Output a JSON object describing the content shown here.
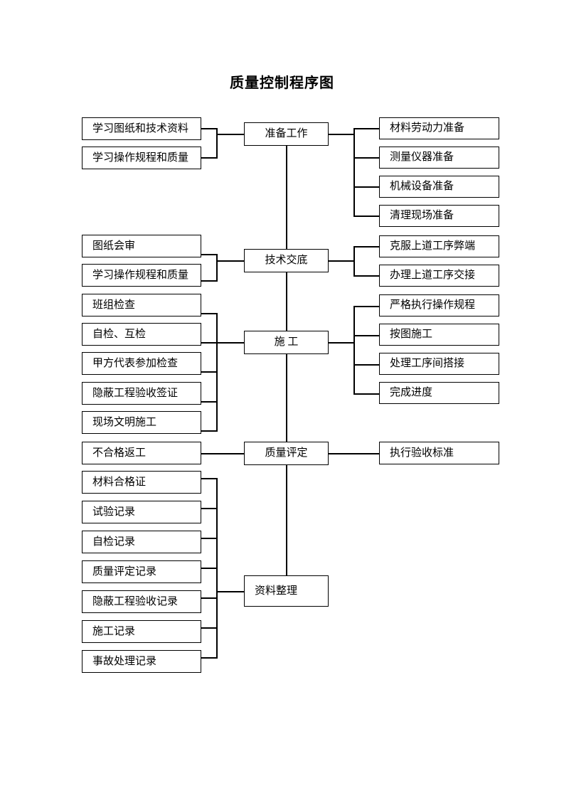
{
  "document": {
    "title": "质量控制程序图",
    "type": "flowchart",
    "background_color": "#ffffff",
    "line_color": "#000000",
    "text_color": "#000000"
  },
  "stages": [
    {
      "id": "preparation",
      "center_label": "准备工作",
      "inputs": [
        "学习图纸和技术资料",
        "学习操作规程和质量"
      ],
      "outputs": [
        "材料劳动力准备",
        "测量仪器准备",
        "机械设备准备",
        "清理现场准备"
      ]
    },
    {
      "id": "technical-disclosure",
      "center_label": "技术交底",
      "inputs": [
        "图纸会审",
        "学习操作规程和质量"
      ],
      "outputs": [
        "克服上道工序弊端",
        "办理上道工序交接"
      ]
    },
    {
      "id": "construction",
      "center_label": "施  工",
      "inputs": [
        "班组检查",
        "自检、互检",
        "甲方代表参加检查",
        "隐蔽工程验收签证",
        "现场文明施工"
      ],
      "outputs": [
        "严格执行操作规程",
        "按图施工",
        "处理工序间搭接",
        "完成进度"
      ]
    },
    {
      "id": "quality-assessment",
      "center_label": "质量评定",
      "inputs": [
        "不合格返工"
      ],
      "outputs": [
        "执行验收标准"
      ]
    },
    {
      "id": "data-organization",
      "center_label": "资料整理",
      "inputs": [
        "材料合格证",
        "试验记录",
        "自检记录",
        "质量评定记录",
        "隐蔽工程验收记录",
        "施工记录",
        "事故处理记录"
      ],
      "outputs": []
    }
  ],
  "nodes": {
    "prep_in_0": "学习图纸和技术资料",
    "prep_in_1": "学习操作规程和质量",
    "prep_center": "准备工作",
    "prep_out_0": "材料劳动力准备",
    "prep_out_1": "测量仪器准备",
    "prep_out_2": "机械设备准备",
    "prep_out_3": "清理现场准备",
    "tech_in_0": "图纸会审",
    "tech_in_1": "学习操作规程和质量",
    "tech_center": "技术交底",
    "tech_out_0": "克服上道工序弊端",
    "tech_out_1": "办理上道工序交接",
    "cons_in_0": "班组检查",
    "cons_in_1": "自检、互检",
    "cons_in_2": "甲方代表参加检查",
    "cons_in_3": "隐蔽工程验收签证",
    "cons_in_4": "现场文明施工",
    "cons_center": "施  工",
    "cons_out_0": "严格执行操作规程",
    "cons_out_1": "按图施工",
    "cons_out_2": "处理工序间搭接",
    "cons_out_3": "完成进度",
    "qual_in_0": "不合格返工",
    "qual_center": "质量评定",
    "qual_out_0": "执行验收标准",
    "data_in_0": "材料合格证",
    "data_in_1": "试验记录",
    "data_in_2": "自检记录",
    "data_in_3": "质量评定记录",
    "data_in_4": "隐蔽工程验收记录",
    "data_in_5": "施工记录",
    "data_in_6": "事故处理记录",
    "data_center": "资料整理"
  }
}
